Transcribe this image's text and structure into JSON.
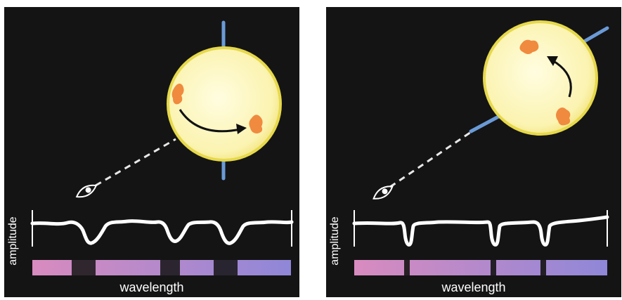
{
  "panels": [
    {
      "ylabel": "amplitude",
      "xlabel": "wavelength",
      "line_type": "broad"
    },
    {
      "ylabel": "amplitude",
      "xlabel": "wavelength",
      "line_type": "narrow"
    }
  ],
  "colors": {
    "background": "#141414",
    "star_fill": "#fdf6b8",
    "star_rim": "#e6d84a",
    "spot": "#f08a3e",
    "axis": "#6a9ad6",
    "spectrum": "#ffffff",
    "band_start": "#d98bbf",
    "band_end": "#8f87d8"
  }
}
